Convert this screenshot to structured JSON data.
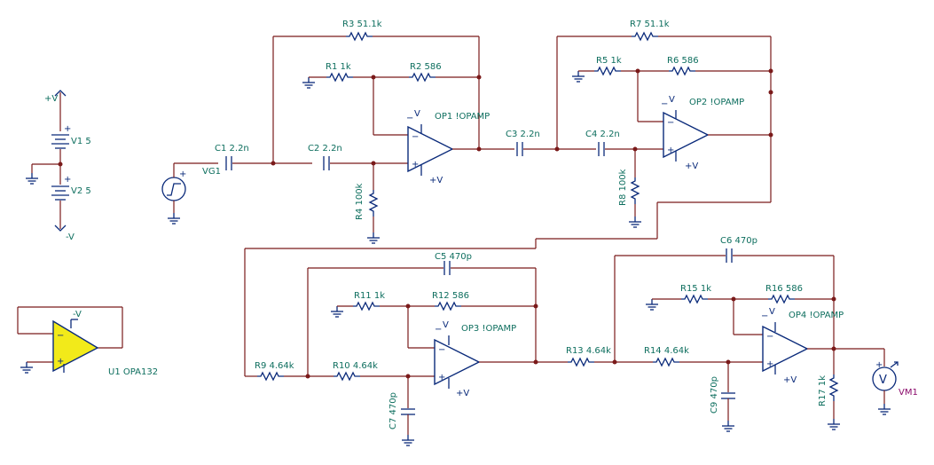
{
  "supply": {
    "plus_label": "+V",
    "minus_label": "-V",
    "v1": "V1 5",
    "v2": "V2 5"
  },
  "source": {
    "name": "VG1"
  },
  "meter": {
    "name": "VM1",
    "symbol": "V"
  },
  "buffer": {
    "name": "U1 OPA132",
    "rail": "-V"
  },
  "components": {
    "c1": "C1 2.2n",
    "c2": "C2 2.2n",
    "c3": "C3 2.2n",
    "c4": "C4 2.2n",
    "c5": "C5 470p",
    "c6": "C6 470p",
    "c7": "C7 470p",
    "c9": "C9 470p",
    "r1": "R1 1k",
    "r2": "R2 586",
    "r3": "R3 51.1k",
    "r4": "R4 100k",
    "r5": "R5 1k",
    "r6": "R6 586",
    "r7": "R7 51.1k",
    "r8": "R8 100k",
    "r9": "R9 4.64k",
    "r10": "R10 4.64k",
    "r11": "R11 1k",
    "r12": "R12 586",
    "r13": "R13 4.64k",
    "r14": "R14 4.64k",
    "r15": "R15 1k",
    "r16": "R16 586",
    "r17": "R17 1k"
  },
  "opamps": {
    "op1": "OP1 !OPAMP",
    "op2": "OP2 !OPAMP",
    "op3": "OP3 !OPAMP",
    "op4": "OP4 !OPAMP"
  },
  "pins": {
    "plus_v": "+V",
    "minus_v": "-V",
    "plus": "+",
    "minus": "-"
  }
}
